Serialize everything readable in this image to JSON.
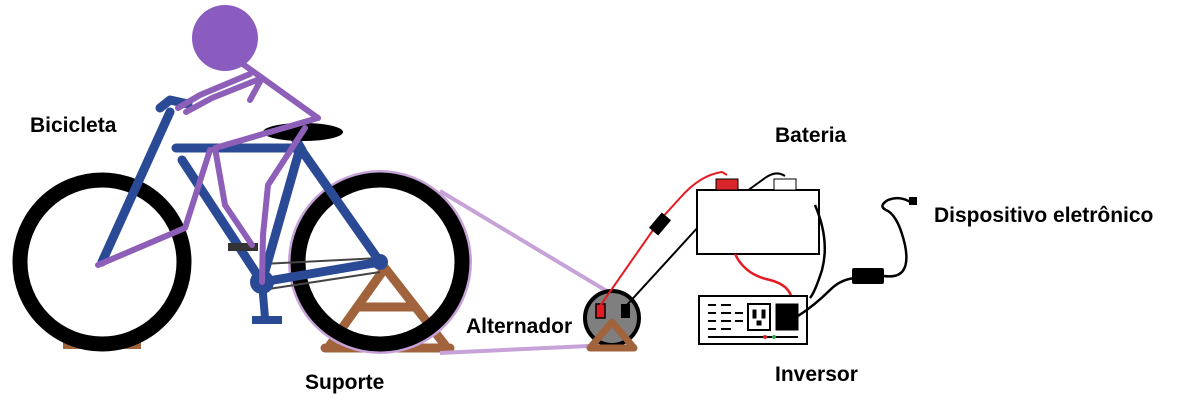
{
  "labels": {
    "bicycle": "Bicicleta",
    "stand": "Suporte",
    "alternator": "Alternador",
    "battery": "Bateria",
    "inverter": "Inversor",
    "device": "Dispositivo eletrônico"
  },
  "colors": {
    "rider": "#8e5fb8",
    "rider_head": "#8a5cc0",
    "frame": "#2b4a95",
    "tire": "#000000",
    "stand": "#a0633c",
    "belt": "#c7a2d8",
    "wire_positive": "#e41b23",
    "wire_negative": "#000000",
    "alternator_body": "#7f7f7f",
    "battery_terminal_positive": "#d9262b"
  },
  "icons": [
    "rider-figure",
    "bicycle",
    "stand-frame",
    "alternator",
    "battery",
    "inverter",
    "power-adapter"
  ]
}
